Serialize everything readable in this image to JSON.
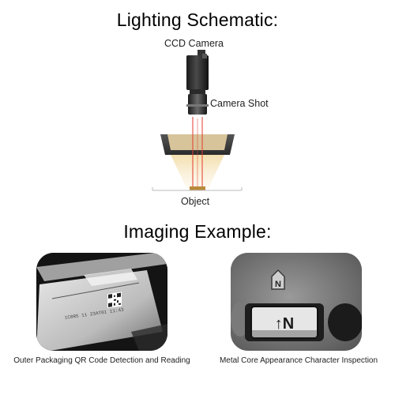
{
  "titles": {
    "lighting": "Lighting Schematic:",
    "imaging": "Imaging Example:"
  },
  "schematic": {
    "camera_label": "CCD Camera",
    "lens_label": "Camera Shot",
    "object_label": "Object"
  },
  "examples": [
    {
      "caption": "Outer Packaging QR Code Detection and Reading",
      "code_text": "1C0R5 11 23AT01 11:43"
    },
    {
      "caption": "Metal Core Appearance Character Inspection",
      "mark_small": "N",
      "mark_large": "↑N"
    }
  ],
  "colors": {
    "ray": "#e23b2e",
    "light_glow": "#f1d9a6",
    "housing": "#3a3a3a"
  }
}
